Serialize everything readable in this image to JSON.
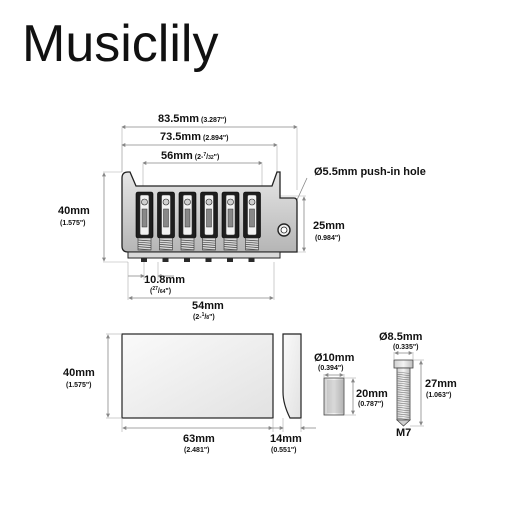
{
  "brand": "Musiclily",
  "top_view": {
    "width_total": {
      "main": "83.5mm",
      "sub": "(3.287\")"
    },
    "width_mid": {
      "main": "73.5mm",
      "sub": "(2.894\")"
    },
    "string_spread": {
      "main": "56mm",
      "sub_pre": "(2-",
      "sub_num": "7",
      "sub_den": "32",
      "sub_post": "\")"
    },
    "hole_note": "Ø5.5mm push-in hole",
    "height_left": {
      "main": "40mm",
      "sub": "(1.575\")"
    },
    "height_right": {
      "main": "25mm",
      "sub": "(0.984\")"
    },
    "saddle_spacing": {
      "main": "10.8mm",
      "sub_pre": "(",
      "sub_num": "27",
      "sub_den": "64",
      "sub_post": "\")"
    },
    "screw_spacing": {
      "main": "54mm",
      "sub_pre": "(2-",
      "sub_num": "1",
      "sub_den": "8",
      "sub_post": "\")"
    }
  },
  "block": {
    "height": {
      "main": "40mm",
      "sub": "(1.575\")"
    },
    "length": {
      "main": "63mm",
      "sub": "(2.481\")"
    },
    "depth": {
      "main": "14mm",
      "sub": "(0.551\")"
    }
  },
  "ferrule": {
    "diameter": {
      "main": "Ø10mm",
      "sub": "(0.394\")"
    },
    "height": {
      "main": "20mm",
      "sub": "(0.787\")"
    }
  },
  "screw": {
    "diameter": {
      "main": "Ø8.5mm",
      "sub": "(0.335\")"
    },
    "length": {
      "main": "27mm",
      "sub": "(1.063\")"
    },
    "thread": "M7"
  },
  "colors": {
    "ink": "#111111",
    "dim_line": "#888888",
    "metal_dark": "#2a2a2a"
  }
}
